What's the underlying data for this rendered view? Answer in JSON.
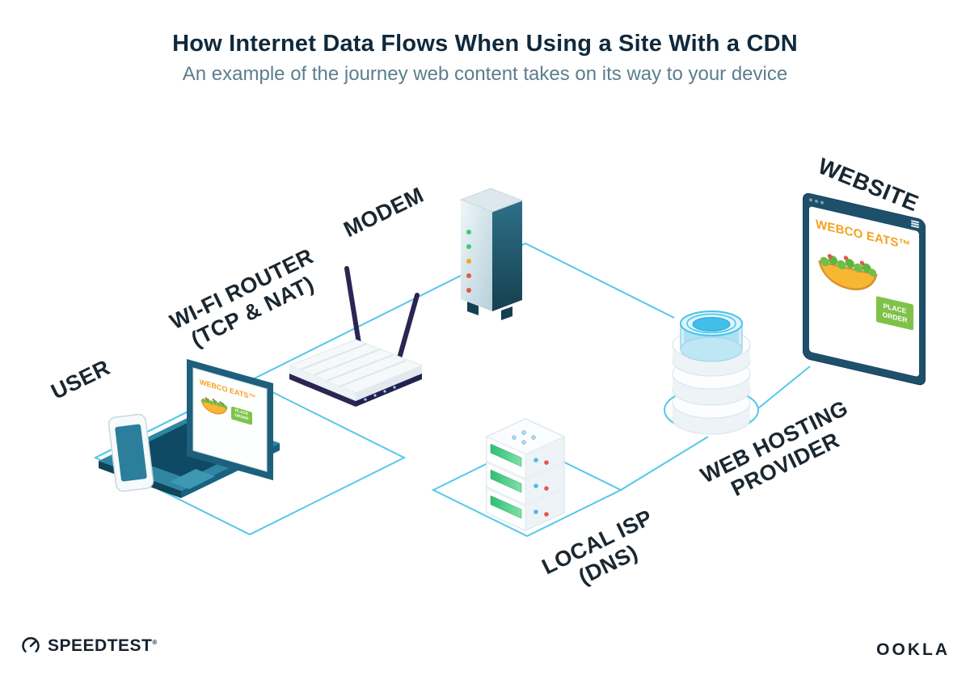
{
  "header": {
    "title": "How Internet Data Flows When Using a Site With a CDN",
    "subtitle": "An example of the journey web content takes on its way to your device"
  },
  "labels": {
    "user": "USER",
    "router_line1": "WI-FI ROUTER",
    "router_line2": "(TCP & NAT)",
    "modem": "MODEM",
    "isp_line1": "LOCAL ISP",
    "isp_line2": "(DNS)",
    "hosting_line1": "WEB HOSTING",
    "hosting_line2": "PROVIDER",
    "website": "WEBSITE"
  },
  "webco": {
    "brand": "WEBCO EATS™",
    "order_button": "PLACE ORDER"
  },
  "footer": {
    "speedtest": "SPEEDTEST",
    "speedtest_mark": "®",
    "ookla": "OOKLA"
  },
  "icons": {
    "speedtest_gauge": "gauge-circle-with-needle",
    "laptop": "isometric-laptop",
    "phone": "smartphone",
    "router": "wifi-router-two-antennas",
    "modem": "modem-tower-with-leds",
    "isp_server": "server-stack-green-bars",
    "web_hosting": "database-cylinder-stack",
    "website": "browser-window",
    "taco": "taco-illustration"
  },
  "colors": {
    "connection_line": "#54C8EA",
    "label_text": "#1A2730",
    "title_text": "#10293B",
    "subtitle_text": "#5C7D8E",
    "brand_orange": "#F5A11F",
    "button_green": "#7FC24A",
    "router_navy": "#2B2553",
    "server_green": "#3BD080",
    "modem_teal": "#2E7089"
  }
}
